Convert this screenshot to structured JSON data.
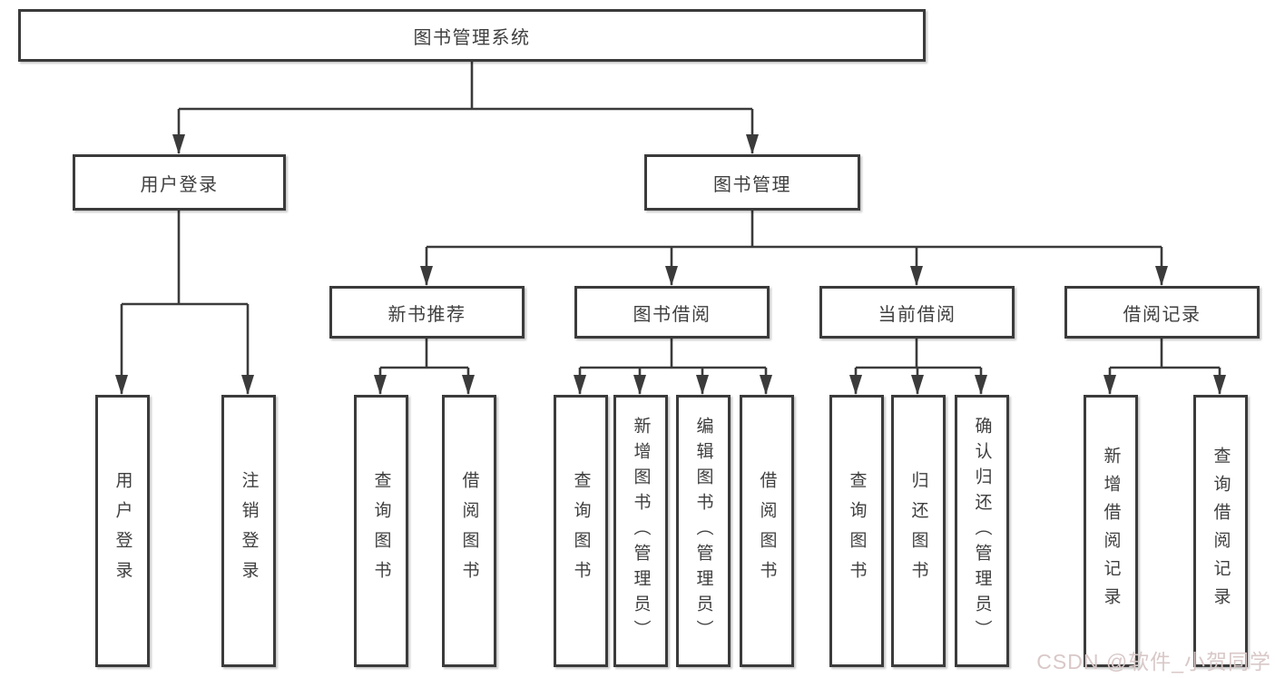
{
  "diagram": {
    "root": {
      "label": "图书管理系统"
    },
    "level2": [
      {
        "label": "用户登录"
      },
      {
        "label": "图书管理"
      }
    ],
    "level3": [
      {
        "label": "新书推荐"
      },
      {
        "label": "图书借阅"
      },
      {
        "label": "当前借阅"
      },
      {
        "label": "借阅记录"
      }
    ],
    "leaves": [
      {
        "label": "用户登录"
      },
      {
        "label": "注销登录"
      },
      {
        "label": "查询图书"
      },
      {
        "label": "借阅图书"
      },
      {
        "label": "查询图书"
      },
      {
        "label": "新增图书（管理员）"
      },
      {
        "label": "编辑图书（管理员）"
      },
      {
        "label": "借阅图书"
      },
      {
        "label": "查询图书"
      },
      {
        "label": "归还图书"
      },
      {
        "label": "确认归还（管理员）"
      },
      {
        "label": "新增借阅记录"
      },
      {
        "label": "查询借阅记录"
      }
    ]
  },
  "watermark": {
    "text": "CSDN @软件_小贺同学"
  },
  "colors": {
    "line": "#3b3b3b",
    "text": "#3f3f3f",
    "box_background": "#ffffff",
    "watermark": "#d9c8c8"
  }
}
